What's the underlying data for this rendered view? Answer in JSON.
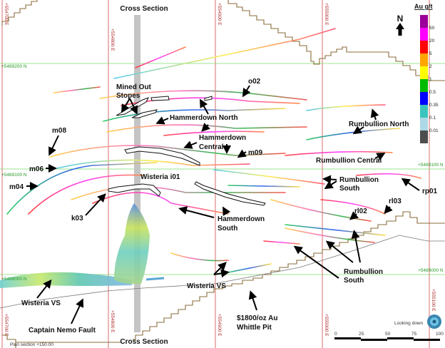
{
  "title": "Cross Section",
  "title_bottom": "Cross Section",
  "north_label": "N",
  "plan_section": "Plan section +150.00",
  "view_label": "Looking down",
  "grid": {
    "eastings": [
      "+554700 E",
      "+554800 E",
      "+554900 E",
      "+555000 E",
      "+555100 E"
    ],
    "northings": [
      "+5489200 N",
      "+5489100 N",
      "+5489000 N"
    ]
  },
  "legend": {
    "title": "Au g/t",
    "bins": [
      {
        "color": "#990099",
        "label": "50"
      },
      {
        "color": "#ff00ff",
        "label": "20"
      },
      {
        "color": "#ff0000",
        "label": "5"
      },
      {
        "color": "#ffa500",
        "label": "2"
      },
      {
        "color": "#ffff00",
        "label": "1"
      },
      {
        "color": "#00bb00",
        "label": "0.5"
      },
      {
        "color": "#0000ff",
        "label": "0.35"
      },
      {
        "color": "#3cc3bd",
        "label": "0.1"
      },
      {
        "color": "#add8e6",
        "label": "0.01"
      },
      {
        "color": "#4d4d4d",
        "label": ""
      }
    ]
  },
  "scale_bar": {
    "ticks": [
      "0",
      "25",
      "50",
      "75",
      "100"
    ]
  },
  "labels": {
    "mined_out_1": "Mined Out",
    "mined_out_2": "Stopes",
    "o02": "o02",
    "hammerdown_north": "Hammerdown North",
    "hammerdown_central_1": "Hammerdown",
    "hammerdown_central_2": "Central",
    "m09": "m09",
    "m08": "m08",
    "m06": "m06",
    "m04": "m04",
    "rumbullion_north": "Rumbullion North",
    "rumbullion_central": "Rumbullion Central",
    "rumbullion_south_1a": "Rumbullion",
    "rumbullion_south_1b": "South",
    "rp01": "rp01",
    "rl03": "rl03",
    "rl02": "rl02",
    "hammerdown_south_1": "Hammerdown",
    "hammerdown_south_2": "South",
    "wisteria_i01": "Wisteria i01",
    "k03": "k03",
    "wisteria_vs_mid": "Wisteria VS",
    "rumbullion_south_2a": "Rumbullion",
    "rumbullion_south_2b": "South",
    "wisteria_vs_left": "Wisteria VS",
    "captain_nemo": "Captain Nemo Fault",
    "pit_1": "$1800/oz Au",
    "pit_2": "Whittle Pit"
  }
}
